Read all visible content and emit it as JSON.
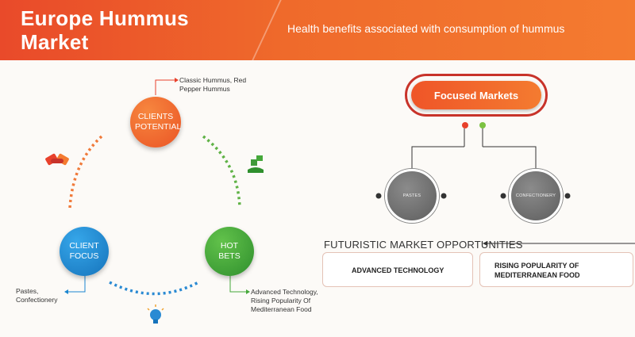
{
  "header": {
    "title": "Europe Hummus Market",
    "subtitle": "Health benefits associated with consumption of hummus",
    "gradient_start": "#e94a2a",
    "gradient_end": "#f47b30"
  },
  "cycle": {
    "clients_potential": {
      "label": "CLIENTS POTENTIAL",
      "color": "#f06a2e",
      "note": "Classic Hummus, Red Pepper Hummus"
    },
    "client_focus": {
      "label": "CLIENT FOCUS",
      "color": "#1b86d0",
      "note": "Pastes, Confectionery"
    },
    "hot_bets": {
      "label": "HOT BETS",
      "color": "#45a83a",
      "note": "Advanced Technology, Rising Popularity Of Mediterranean Food"
    },
    "icons": [
      "handshake-icon",
      "hand-money-icon",
      "lightbulb-icon"
    ]
  },
  "focused_markets": {
    "title": "Focused Markets",
    "markets": [
      "PASTES",
      "CONFECTIONERY"
    ],
    "dot_colors": [
      "#e8412c",
      "#7cc242"
    ]
  },
  "opportunities": {
    "title": "FUTURISTIC MARKET OPPORTUNITIES",
    "items": [
      "ADVANCED TECHNOLOGY",
      "RISING POPULARITY OF MEDITERRANEAN FOOD"
    ]
  }
}
